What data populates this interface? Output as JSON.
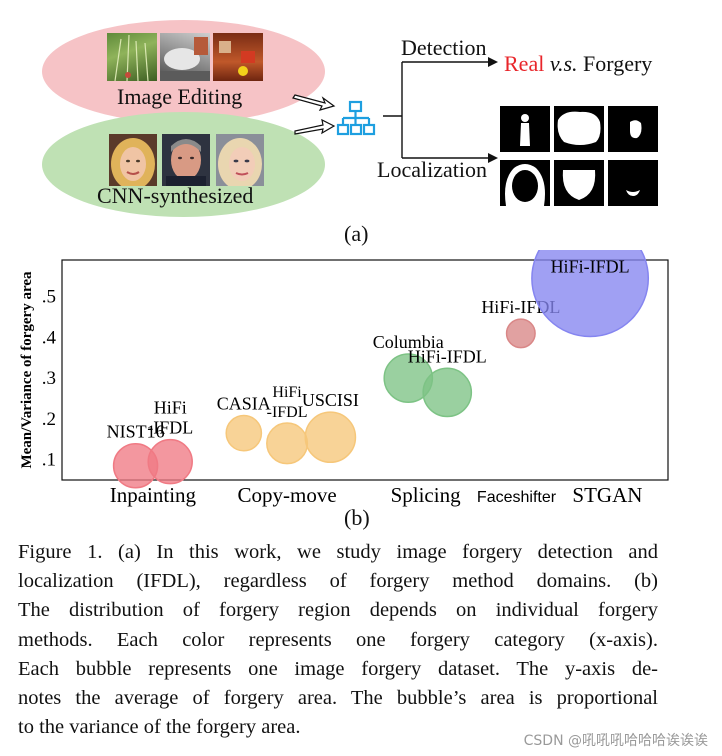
{
  "panel_a": {
    "image_editing_label": "Image Editing",
    "cnn_label": "CNN-synthesized",
    "detection_label": "Detection",
    "localization_label": "Localization",
    "result_real": "Real",
    "result_vs": "v.s.",
    "result_forgery": "Forgery",
    "caption": "(a)",
    "network_icon": "hierarchy-network-icon",
    "colors": {
      "editing": "#f6c3c6",
      "cnn": "#bfe1b4",
      "real": "#e8252a",
      "network": "#1e9fe0"
    }
  },
  "panel_b": {
    "caption": "(b)",
    "chart_data": {
      "type": "scatter",
      "ylabel": "Mean/Variance of forgery area",
      "yticks": [
        ".1",
        ".2",
        ".3",
        ".4",
        ".5"
      ],
      "ylim": [
        0.05,
        0.59
      ],
      "categories": [
        "Inpainting",
        "Copy-move",
        "Splicing",
        "Faceshifter",
        "STGAN"
      ],
      "grid": false,
      "bubbles": [
        {
          "label": "NIST16",
          "category": "Inpainting",
          "x": 0.85,
          "y": 0.085,
          "variance": 1.0,
          "color": "#f07a84"
        },
        {
          "label": "HiFi\n-IFDL",
          "category": "Inpainting",
          "x": 1.25,
          "y": 0.095,
          "variance": 1.0,
          "color": "#f07a84"
        },
        {
          "label": "CASIA",
          "category": "Copy-move",
          "x": 2.1,
          "y": 0.165,
          "variance": 0.64,
          "color": "#f6c77a"
        },
        {
          "label": "HiFi\n-IFDL",
          "category": "Copy-move",
          "x": 2.6,
          "y": 0.14,
          "variance": 0.85,
          "color": "#f6c77a"
        },
        {
          "label": "USCISI",
          "category": "Copy-move",
          "x": 3.1,
          "y": 0.155,
          "variance": 1.3,
          "color": "#f6c77a"
        },
        {
          "label": "Columbia",
          "category": "Splicing",
          "x": 4.0,
          "y": 0.3,
          "variance": 1.2,
          "color": "#7dc385"
        },
        {
          "label": "HiFi-IFDL",
          "category": "Splicing",
          "x": 4.45,
          "y": 0.265,
          "variance": 1.2,
          "color": "#7dc385"
        },
        {
          "label": "HiFi-IFDL",
          "category": "Faceshifter",
          "x": 5.3,
          "y": 0.41,
          "variance": 0.42,
          "color": "#d98787"
        },
        {
          "label": "HiFi-IFDL",
          "category": "STGAN",
          "x": 6.1,
          "y": 0.545,
          "variance": 7.0,
          "color": "#8585f0"
        }
      ]
    }
  },
  "caption_lines": [
    "Figure 1. (a) In this work, we study image forgery detection and",
    "localization (IFDL), regardless of forgery method domains. (b)",
    "The distribution of forgery region depends on individual forgery",
    "methods. Each color represents one forgery category (x-axis).",
    "Each bubble represents one image forgery dataset. The y-axis de-",
    "notes the average of forgery area. The bubble’s area is proportional",
    "to the variance of the forgery area."
  ],
  "watermark": "CSDN @吼吼吼哈哈哈诶诶诶"
}
